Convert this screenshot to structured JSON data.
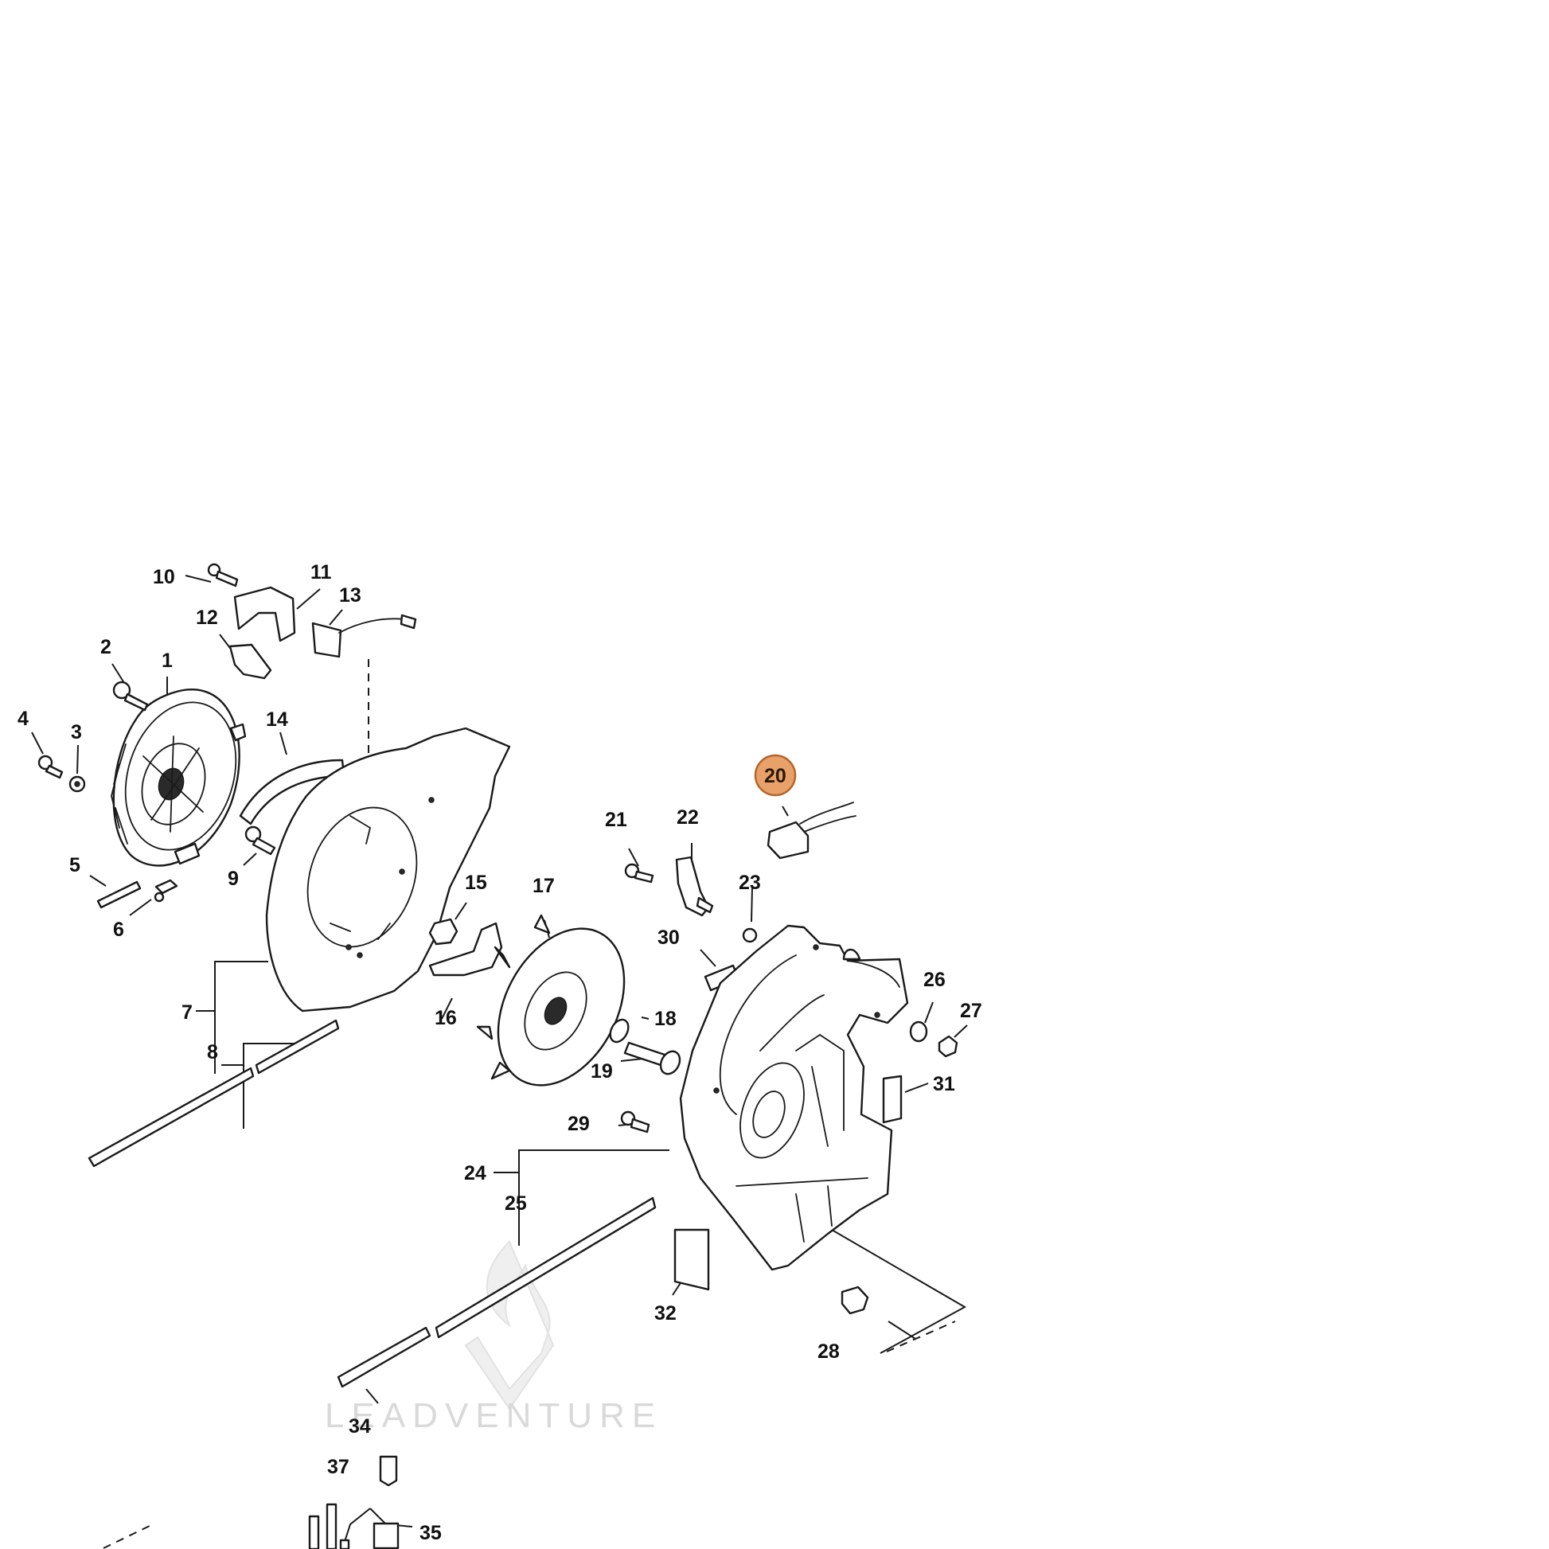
{
  "callouts": {
    "c1": "1",
    "c2": "2",
    "c3": "3",
    "c4": "4",
    "c5": "5",
    "c6": "6",
    "c7": "7",
    "c8": "8",
    "c9": "9",
    "c10": "10",
    "c11": "11",
    "c12": "12",
    "c13": "13",
    "c14": "14",
    "c15": "15",
    "c16": "16",
    "c17": "17",
    "c18": "18",
    "c19": "19",
    "c20": "20",
    "c21": "21",
    "c22": "22",
    "c23": "23",
    "c24": "24",
    "c25": "25",
    "c26": "26",
    "c27": "27",
    "c28": "28",
    "c29": "29",
    "c30": "30",
    "c31": "31",
    "c32": "32",
    "c34": "34",
    "c35": "35",
    "c37": "37"
  },
  "highlight": {
    "callout": "20",
    "color": "#e8a169",
    "ring_color": "#b5652a"
  },
  "watermark": {
    "text": "LEADVENTURE",
    "color": "#d9d9d9"
  },
  "icons": {
    "watermark_logo": "leadventure-flame-v-logo"
  }
}
